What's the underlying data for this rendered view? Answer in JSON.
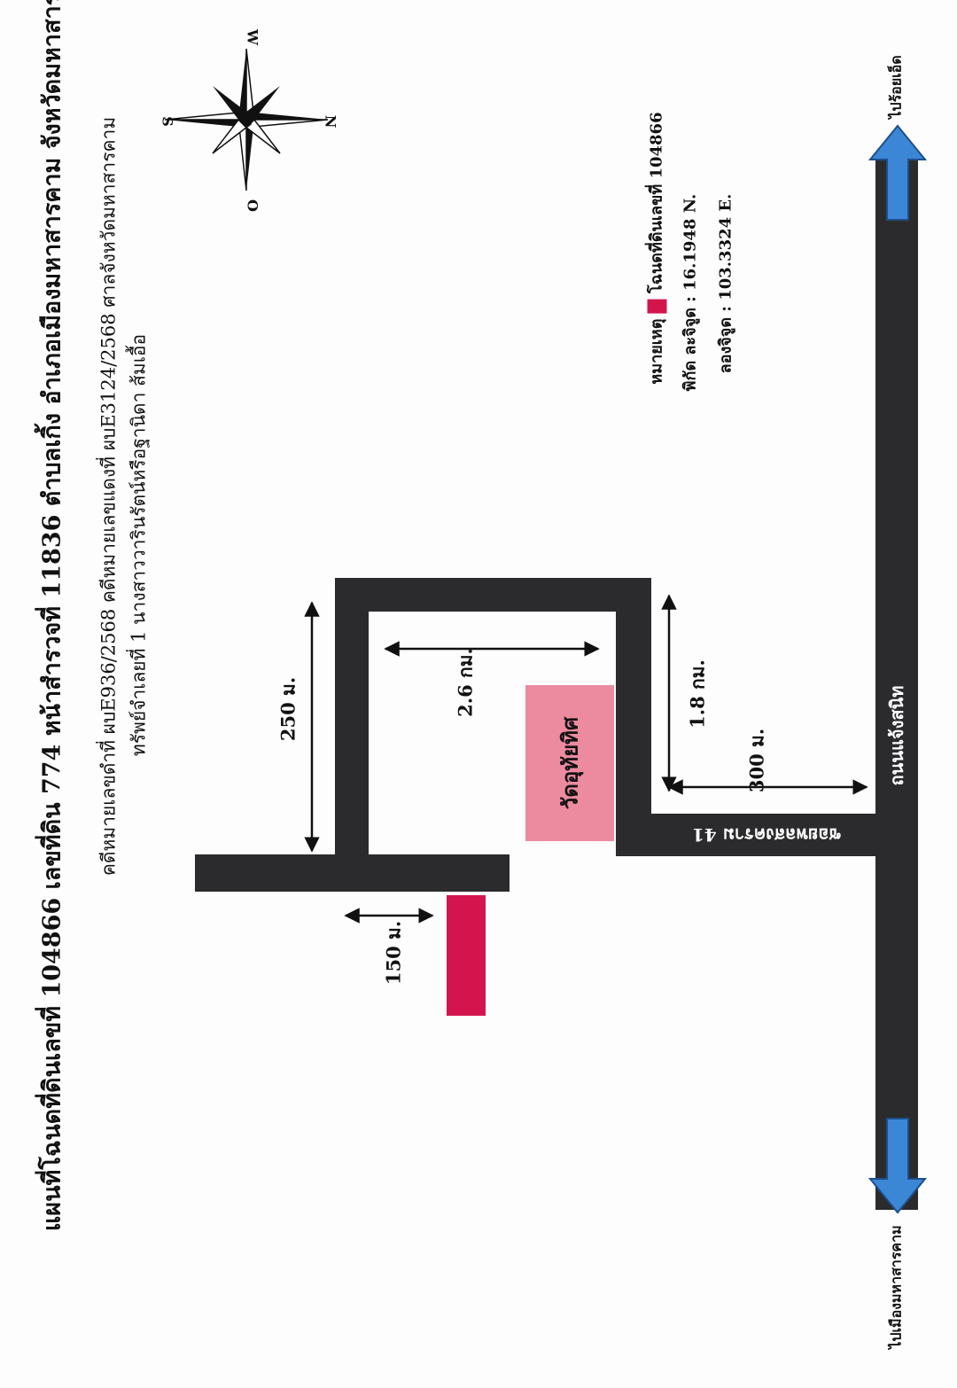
{
  "header": {
    "line1": "แผนที่โฉนดที่ดินเลขที่ 104866 เลขที่ดิน 774 หน้าสำรวจที่ 11836  ตำบลเกิ้ง อำเภอเมืองมหาสารคาม  จังหวัดมหาสารคาม",
    "line2": "คดีหมายเลขดำที่ ผบE936/2568 คดีหมายเลขแดงที่ ผบE3124/2568 ศาลจังหวัดมหาสารคาม",
    "line3": "ทรัพย์จำเลยที่  1 นางสาววารินรัตน์หรือฐานิดา  ส้มเอื้อ"
  },
  "compass": {
    "north": "N",
    "south": "S",
    "east": "O",
    "west": "W"
  },
  "legend": {
    "label": "หมายเหตุ",
    "item": "โฉนดที่ดินเลขที่ 104866",
    "coord_title": "พิกัด  ละจิจูด : 16.1948 N.",
    "longitude": "ลองจิจูด  :  103.3324 E."
  },
  "roads": {
    "main": "ถนนแจ้งสนิท",
    "soi": "ซอยพลสงคราม 41",
    "to_roiet": "ไปร้อยเอ็ด",
    "to_mahasarakham": "ไปเมืองมหาสารคาม"
  },
  "landmarks": {
    "temple": "วัดอุทัยทิศ"
  },
  "distances": {
    "d_250": "250 ม.",
    "d_2_6": "2.6 กม.",
    "d_1_8": "1.8 กม.",
    "d_300": "300 ม.",
    "d_150": "150 ม."
  },
  "colors": {
    "road": "#2b2b2d",
    "marker": "#d4154d",
    "temple": "#ec8aa0",
    "arrow": "#3c86d6"
  }
}
